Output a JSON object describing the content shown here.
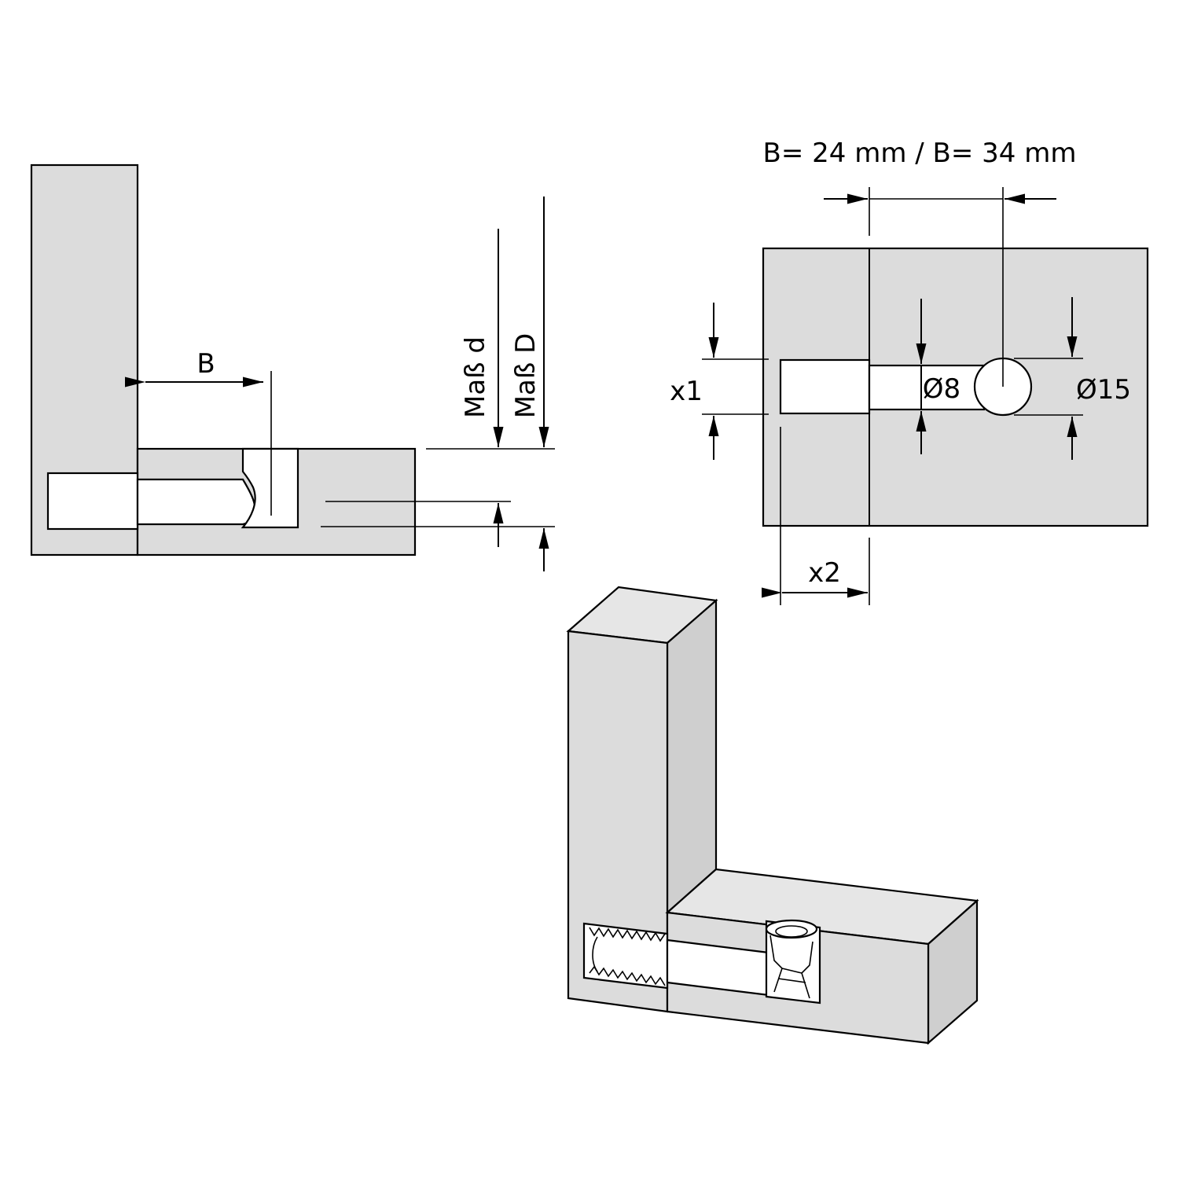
{
  "labels": {
    "b": "B",
    "mass_d": "Maß d",
    "mass_D": "Maß D",
    "b_widths": "B= 24 mm / B= 34 mm",
    "x1": "x1",
    "x2": "x2",
    "d8": "Ø8",
    "d15": "Ø15"
  }
}
